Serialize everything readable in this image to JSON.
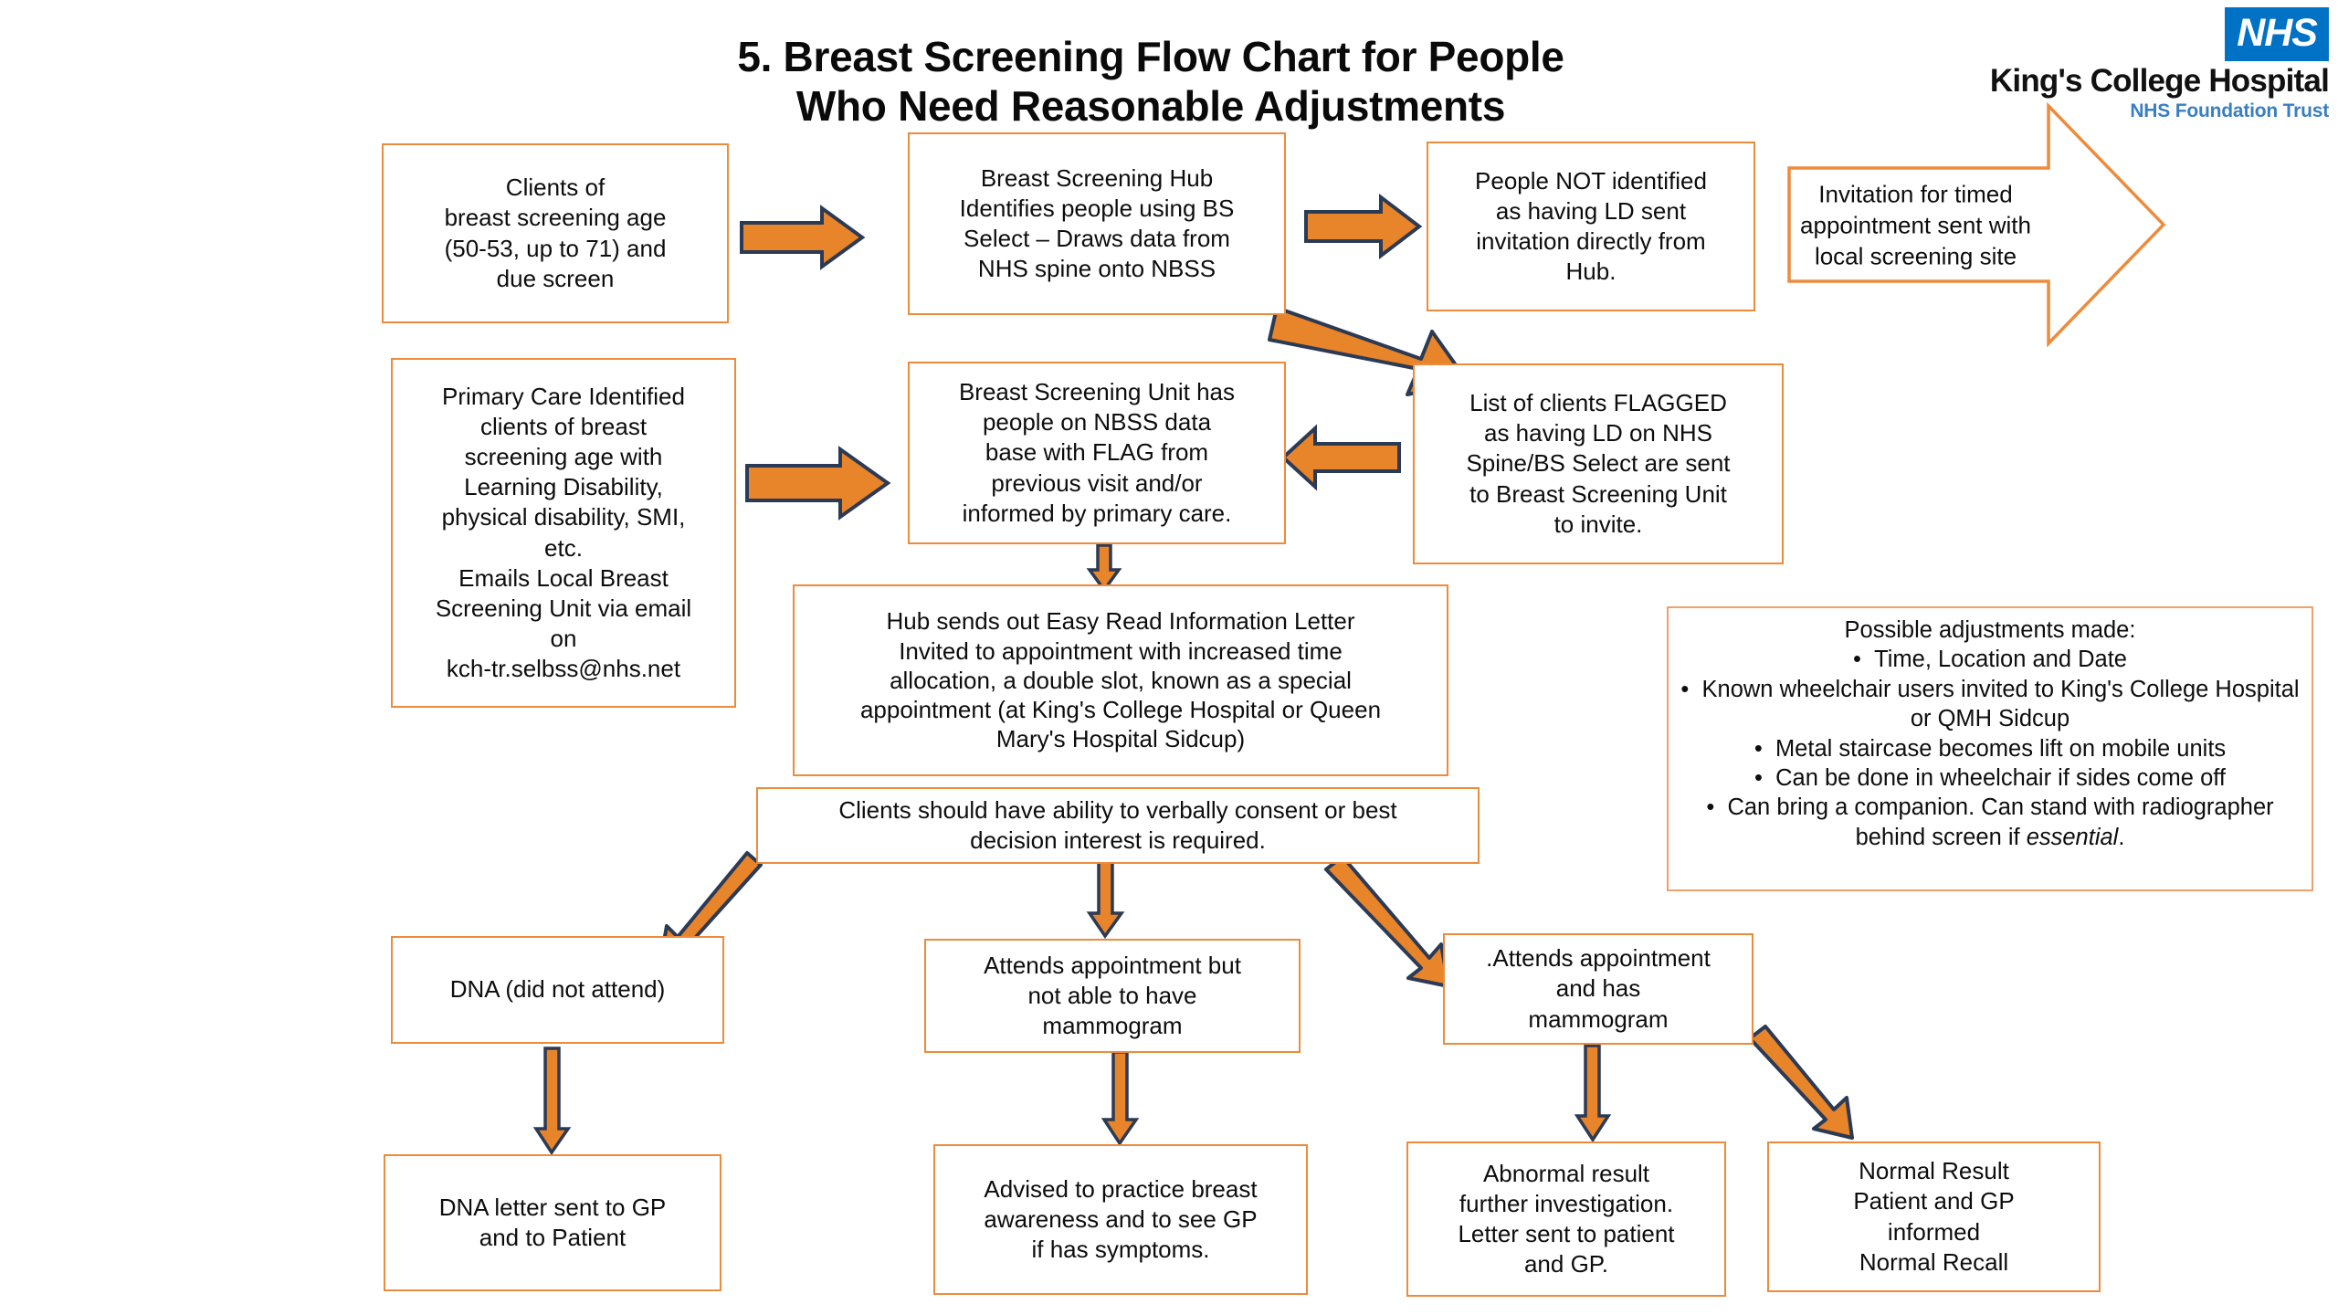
{
  "title": {
    "line1": "5. Breast Screening Flow Chart for People",
    "line2": "Who Need Reasonable Adjustments"
  },
  "logo": {
    "badge": "NHS",
    "trust_name": "King's College Hospital",
    "trust_sub": "NHS Foundation Trust",
    "badge_color": "#0072c6",
    "sub_color": "#3a7fbf"
  },
  "theme": {
    "box_border": "#ed8b3c",
    "arrow_fill": "#e8842a",
    "arrow_stroke": "#2b3a55",
    "background": "#ffffff"
  },
  "boxes": {
    "clients_due_screen": "Clients of\nbreast  screening age\n(50-53, up to 71) and\ndue screen",
    "hub_identifies": "Breast Screening Hub\nIdentifies people using BS\nSelect – Draws data from\nNHS spine onto NBSS",
    "not_identified": "People NOT identified\nas having LD sent\ninvitation directly from\nHub.",
    "invitation_timed": "Invitation for timed\nappointment sent with\nlocal screening site",
    "primary_care": "Primary Care Identified\nclients of breast\nscreening age with\nLearning Disability,\nphysical disability, SMI,\netc.\nEmails Local Breast\nScreening Unit via email\non\nkch-tr.selbss@nhs.net",
    "bsu_flag": "Breast Screening Unit has\npeople on NBSS data\nbase with FLAG from\nprevious visit and/or\ninformed by primary care.",
    "flagged_list": "List of clients FLAGGED\nas having LD on NHS\nSpine/BS Select are sent\nto Breast Screening Unit\nto invite.",
    "easy_read": "Hub sends out Easy Read Information Letter\nInvited to appointment with increased time\nallocation, a double slot, known as a special\nappointment (at King's College Hospital or Queen\nMary's Hospital Sidcup)",
    "consent": "Clients should have ability to verbally consent or best\ndecision interest is required.",
    "dna": "DNA (did not attend)",
    "attends_no_mammo": "Attends appointment but\nnot able to have\nmammogram",
    "attends_mammo": ".Attends appointment\nand has\nmammogram",
    "dna_letter": "DNA letter sent to GP\nand to Patient",
    "advised_awareness": "Advised to practice breast\nawareness and to see GP\nif has symptoms.",
    "abnormal_result": "Abnormal result\nfurther investigation.\nLetter sent to patient\nand GP.",
    "normal_result": "Normal Result\nPatient and GP\ninformed\nNormal Recall"
  },
  "adjustments": {
    "header": "Possible adjustments made:",
    "items": [
      "Time, Location and Date",
      "Known wheelchair users invited to King's College Hospital or QMH Sidcup",
      "Metal staircase becomes lift on mobile units",
      "Can be done in wheelchair if sides come off",
      "Can bring a companion. Can stand with radiographer behind screen if essential."
    ],
    "italic_word": "essential"
  }
}
